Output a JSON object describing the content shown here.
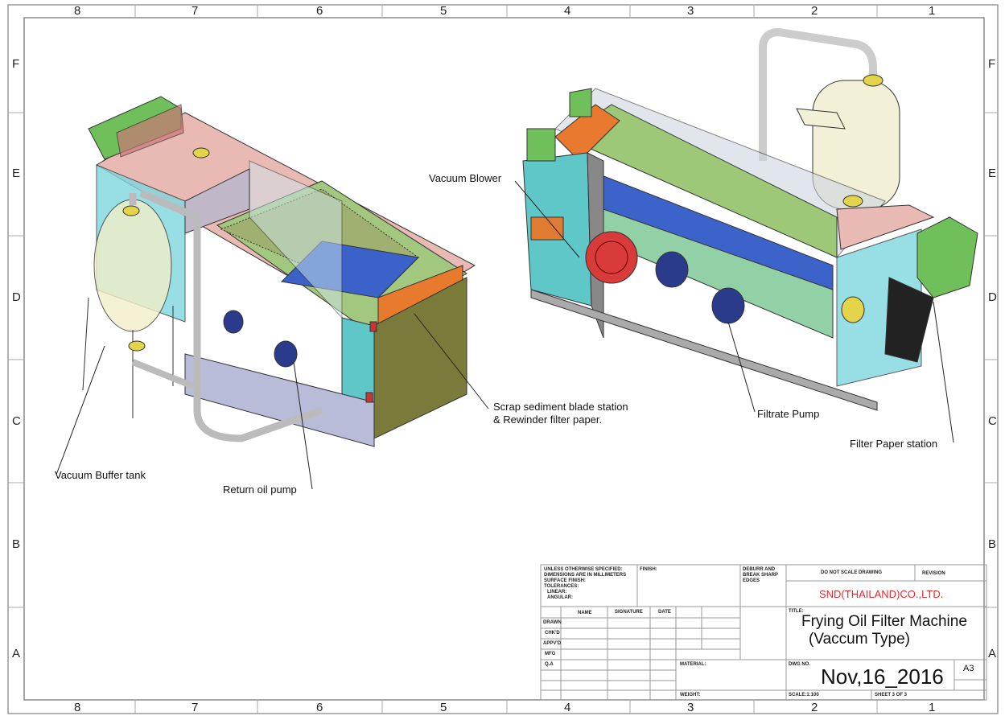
{
  "border": {
    "columns": [
      "8",
      "7",
      "6",
      "5",
      "4",
      "3",
      "2",
      "1"
    ],
    "rows": [
      "F",
      "E",
      "D",
      "C",
      "B",
      "A"
    ]
  },
  "callouts": {
    "vacuum_blower": "Vacuum Blower",
    "scrap_line1": "Scrap sediment blade station",
    "scrap_line2": "& Rewinder filter paper.",
    "filtrate_pump": "Filtrate Pump",
    "filter_paper_station": "Filter Paper station",
    "vacuum_buffer_tank": "Vacuum Buffer tank",
    "return_oil_pump": "Return oil pump"
  },
  "title_block": {
    "unless": [
      "UNLESS OTHERWISE SPECIFIED:",
      "DIMENSIONS ARE IN MILLIMETERS",
      "SURFACE FINISH:",
      "TOLERANCES:",
      "  LINEAR:",
      "  ANGULAR:"
    ],
    "finish": "FINISH:",
    "deburr": [
      "DEBURR AND",
      "BREAK SHARP",
      "EDGES"
    ],
    "do_not_scale": "DO NOT SCALE DRAWING",
    "revision": "REVISION",
    "company": "SND(THAILAND)CO.,LTD.",
    "company_color": "#e8262b",
    "col_headers": [
      "NAME",
      "SIGNATURE",
      "DATE"
    ],
    "row_labels": [
      "DRAWN",
      "CHK'D",
      "APPV'D",
      "MFG",
      "Q.A"
    ],
    "title_label": "TITLE:",
    "title_line1": "Frying Oil Filter Machine",
    "title_line2": "(Vaccum Type)",
    "material": "MATERIAL:",
    "dwg_no_label": "DWG NO.",
    "dwg_no": "Nov,16_2016",
    "size": "A3",
    "weight": "WEIGHT:",
    "scale": "SCALE:1:100",
    "sheet": "SHEET 3 OF 3"
  }
}
